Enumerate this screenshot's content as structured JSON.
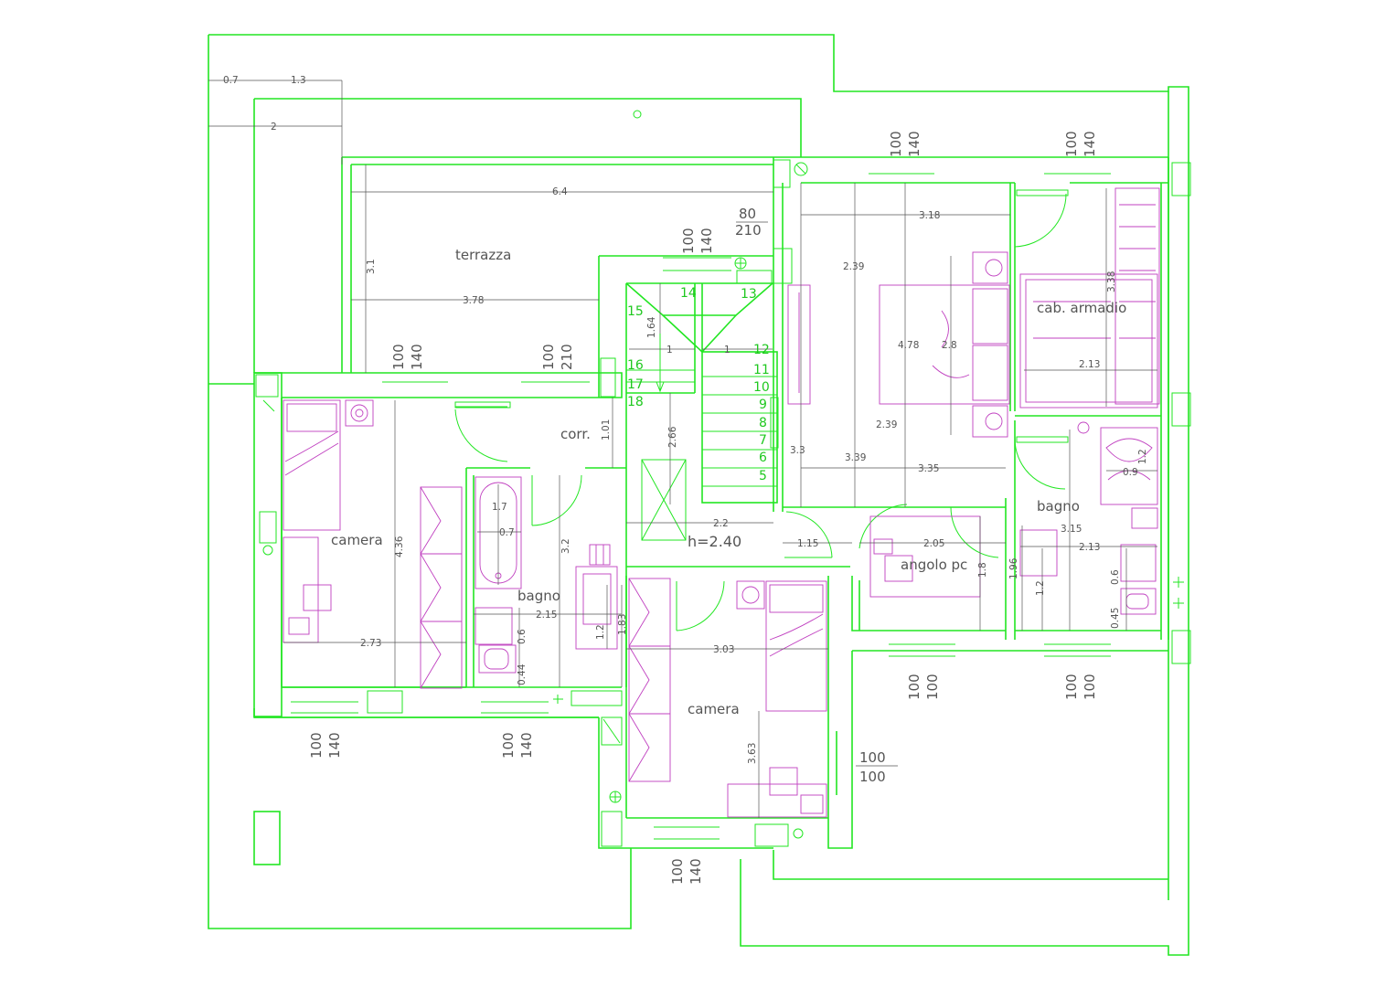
{
  "rooms": {
    "terrazza": "terrazza",
    "corr": "corr.",
    "camera_left": "camera",
    "bagno_left": "bagno",
    "camera_bottom": "camera",
    "cab_armadio": "cab. armadio",
    "angolo_pc": "angolo pc",
    "bagno_right": "bagno",
    "height_note": "h=2.40"
  },
  "openings": {
    "top_left_door": [
      "80",
      "210"
    ],
    "stair_window": [
      "100",
      "140"
    ],
    "master_window_left": [
      "100",
      "140"
    ],
    "master_window_right": [
      "100",
      "140"
    ],
    "terrace_window_1": [
      "100",
      "140"
    ],
    "terrace_door": [
      "100",
      "210"
    ],
    "left_bottom_window_1": [
      "100",
      "140"
    ],
    "left_bottom_window_2": [
      "100",
      "140"
    ],
    "bottom_window": [
      "100",
      "140"
    ],
    "right_window_1": [
      "100",
      "100"
    ],
    "right_window_2": [
      "100",
      "100"
    ],
    "side_window": [
      "100",
      "100"
    ]
  },
  "stairs": [
    "5",
    "6",
    "7",
    "8",
    "9",
    "10",
    "11",
    "12",
    "13",
    "14",
    "15",
    "16",
    "17",
    "18"
  ],
  "dimensions": {
    "d_0_7": "0.7",
    "d_1_3": "1.3",
    "d_2": "2",
    "d_6_4": "6.4",
    "d_3_1": "3.1",
    "d_3_78": "3.78",
    "d_3_18": "3.18",
    "d_2_39a": "2.39",
    "d_4_78": "4.78",
    "d_2_8": "2.8",
    "d_3_38": "3.38",
    "d_2_13a": "2.13",
    "d_2_39b": "2.39",
    "d_3_3": "3.3",
    "d_3_39": "3.39",
    "d_3_35": "3.35",
    "d_1_64": "1.64",
    "d_1a": "1",
    "d_1b": "1",
    "d_2_66": "2.66",
    "d_1_01": "1.01",
    "d_4_36": "4.36",
    "d_2_73": "2.73",
    "d_1_7": "1.7",
    "d_0_7b": "0.7",
    "d_3_2": "3.2",
    "d_2_15": "2.15",
    "d_0_6a": "0.6",
    "d_0_44": "0.44",
    "d_1_2a": "1.2",
    "d_1_83": "1.83",
    "d_2_2": "2.2",
    "d_1_15": "1.15",
    "d_2_05": "2.05",
    "d_1_8": "1.8",
    "d_1_96": "1.96",
    "d_3_15": "3.15",
    "d_2_13b": "2.13",
    "d_1_2b": "1.2",
    "d_0_6b": "0.6",
    "d_0_45": "0.45",
    "d_0_9": "0.9",
    "d_1_2c": "1.2",
    "d_3_03": "3.03",
    "d_3_63": "3.63"
  }
}
